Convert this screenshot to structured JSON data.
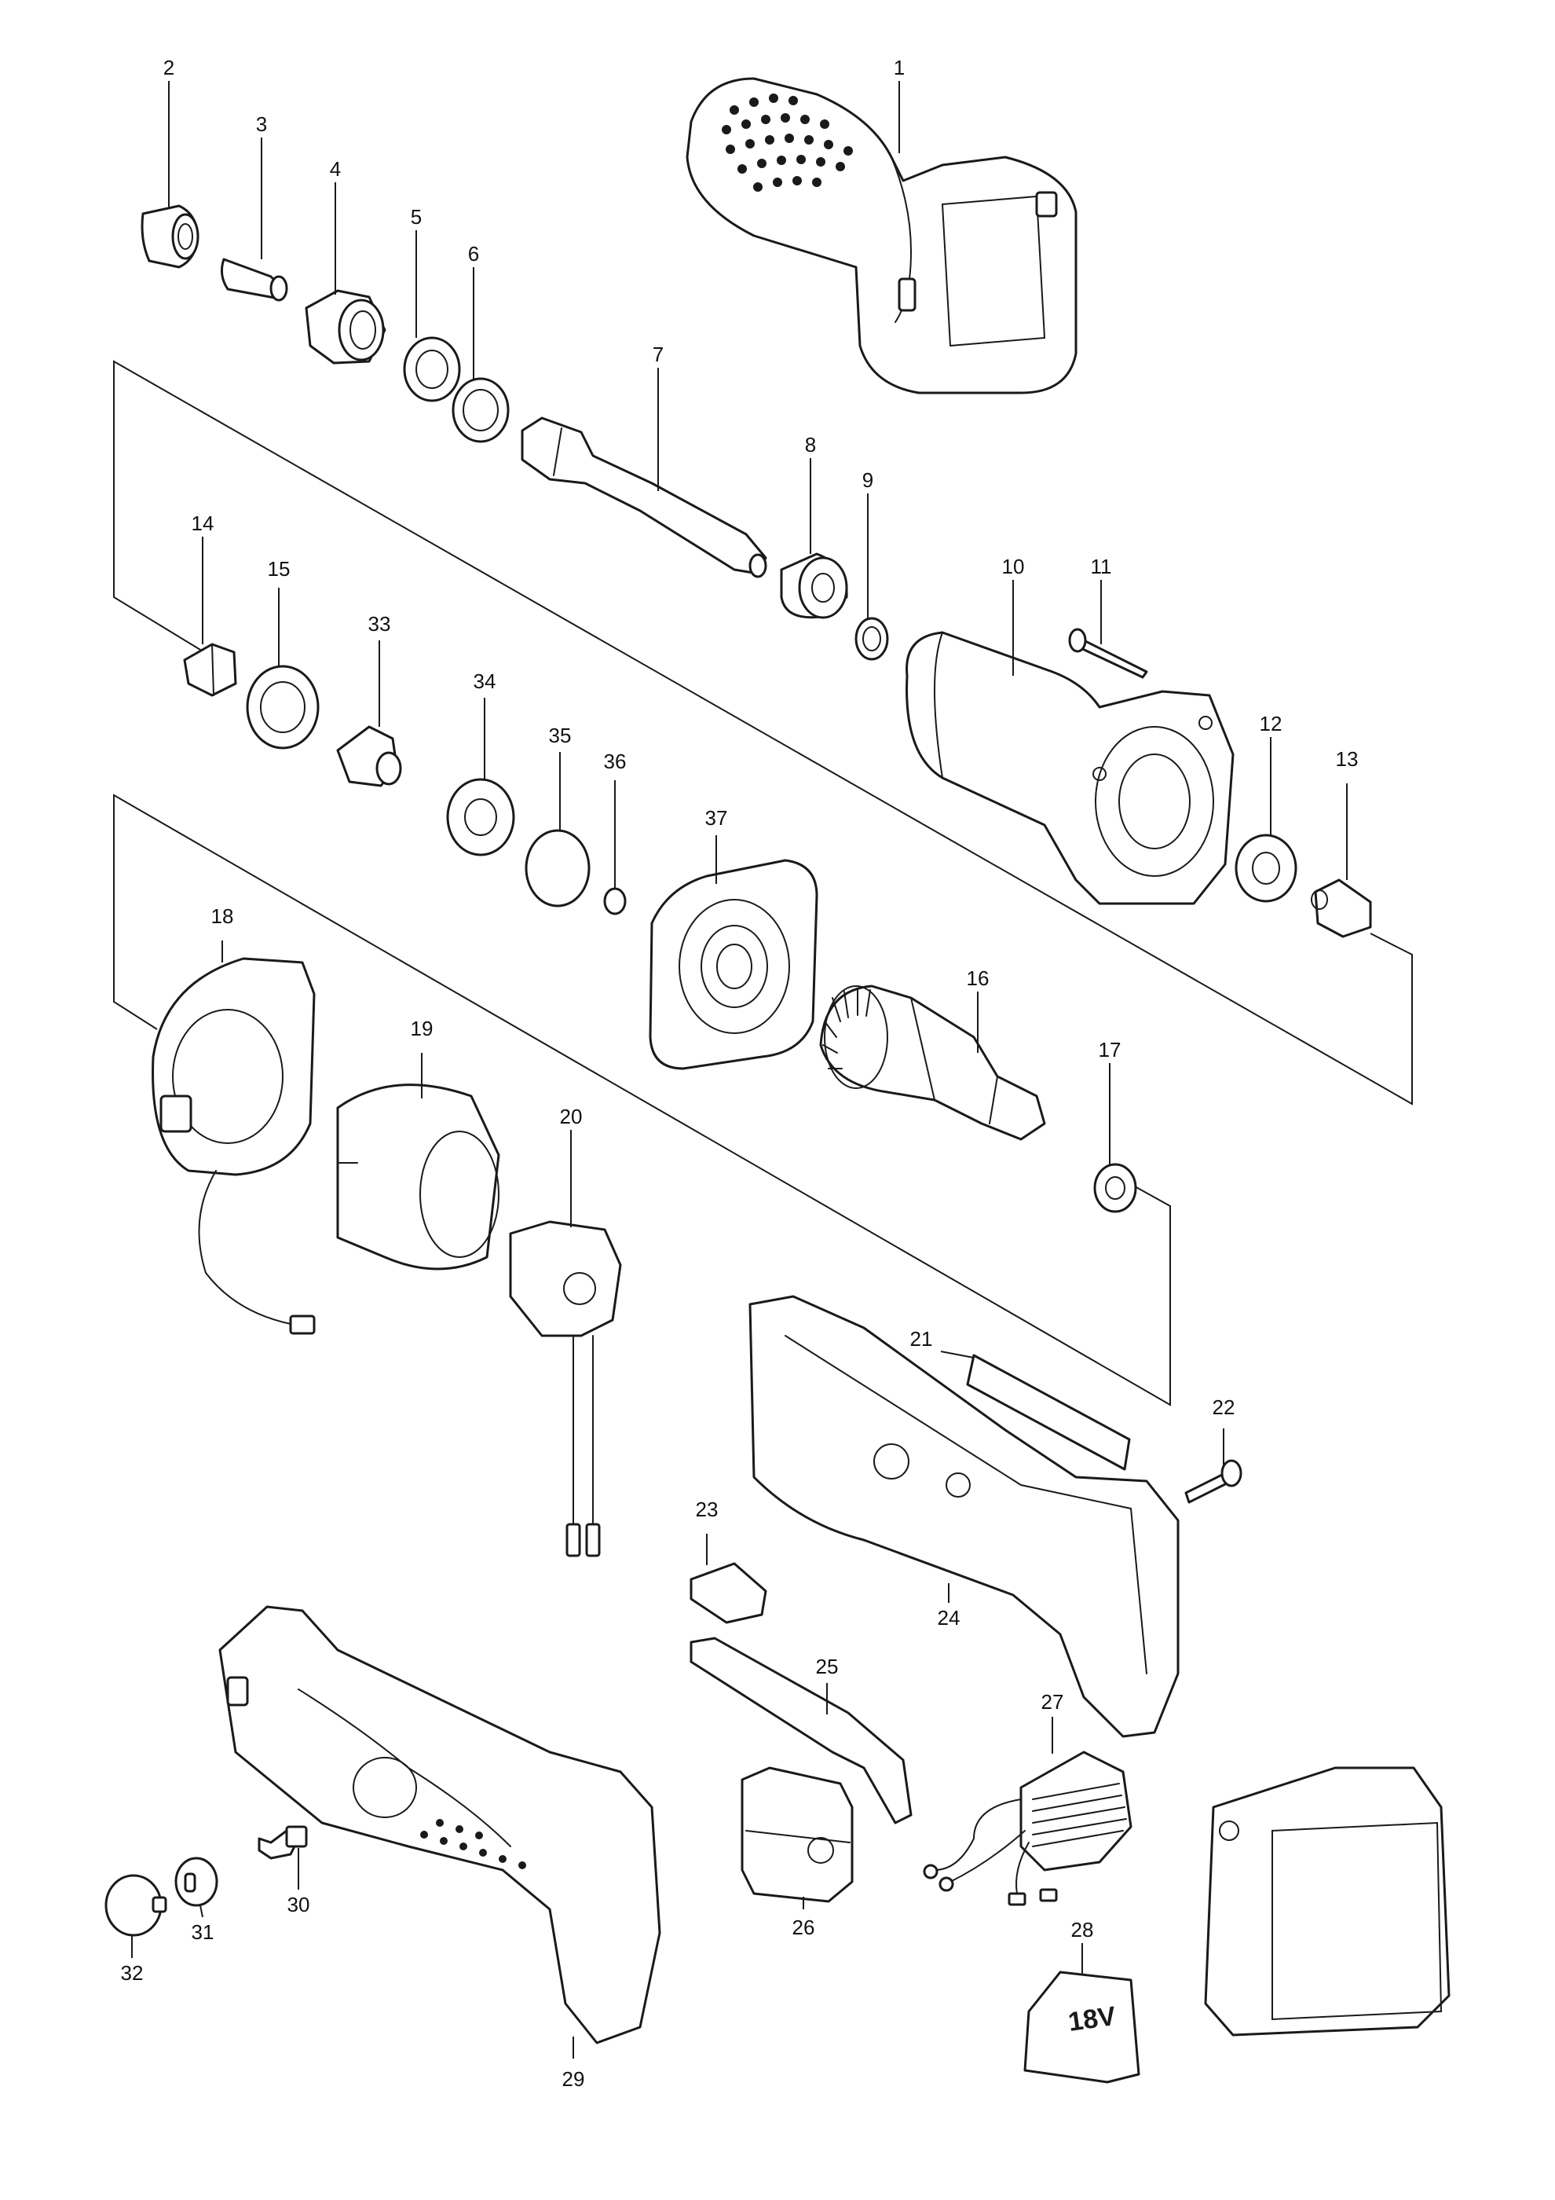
{
  "parts": {
    "p1": "1",
    "p2": "2",
    "p3": "3",
    "p4": "4",
    "p5": "5",
    "p6": "6",
    "p7": "7",
    "p8": "8",
    "p9": "9",
    "p10": "10",
    "p11": "11",
    "p12": "12",
    "p13": "13",
    "p14": "14",
    "p15": "15",
    "p16": "16",
    "p17": "17",
    "p18": "18",
    "p19": "19",
    "p20": "20",
    "p21": "21",
    "p22": "22",
    "p23": "23",
    "p24": "24",
    "p25": "25",
    "p26": "26",
    "p27": "27",
    "p28": "28",
    "p29": "29",
    "p30": "30",
    "p31": "31",
    "p32": "32",
    "p33": "33",
    "p34": "34",
    "p35": "35",
    "p36": "36",
    "p37": "37"
  },
  "plate_marking": "18V"
}
